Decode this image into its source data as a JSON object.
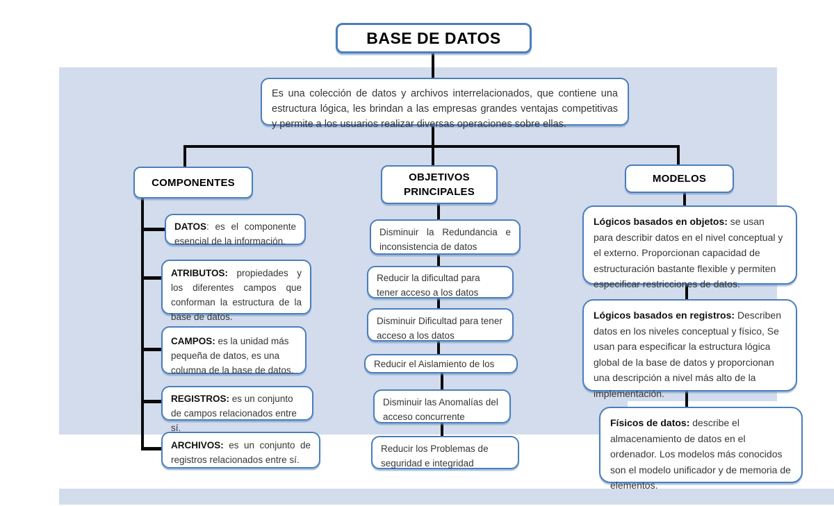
{
  "page": {
    "title": "BASE DE DATOS",
    "description": "Es una colección de datos y archivos interrelacionados, que contiene una estructura lógica, les brindan a las empresas grandes ventajas competitivas y permite a los usuarios realizar diversas operaciones sobre ellas."
  },
  "colors": {
    "background_panel": "#d2dcec",
    "node_border": "#4a7ebc",
    "connector": "#0a0a0a",
    "node_fill": "#ffffff"
  },
  "branches": {
    "componentes": {
      "label": "COMPONENTES",
      "items": [
        {
          "lead": "DATOS",
          "text": ": es el componente esencial de la información."
        },
        {
          "lead": "ATRIBUTOS:",
          "text": " propiedades y los diferentes campos que conforman la estructura de la base de datos."
        },
        {
          "lead": "CAMPOS:",
          "text": " es la unidad más pequeña de datos, es una columna de la base de datos."
        },
        {
          "lead": "REGISTROS:",
          "text": " es un conjunto de campos relacionados entre sí."
        },
        {
          "lead": "ARCHIVOS:",
          "text": " es un conjunto de registros relacionados entre sí."
        }
      ]
    },
    "objetivos": {
      "label_line1": "OBJETIVOS",
      "label_line2": "PRINCIPALES",
      "items": [
        "Disminuir la Redundancia e inconsistencia de datos",
        "Reducir la dificultad para tener acceso a los datos",
        "Disminuir Dificultad para tener acceso a los datos",
        "Reducir  el Aislamiento de los",
        "Disminuir las Anomalías del acceso concurrente",
        "Reducir los Problemas de seguridad e integridad"
      ]
    },
    "modelos": {
      "label": "MODELOS",
      "items": [
        {
          "lead": "Lógicos basados en objetos:",
          "text": " se usan para describir datos en el nivel conceptual y el externo. Proporcionan capacidad de estructuración bastante flexible y permiten especificar restricciones de datos."
        },
        {
          "lead": "Lógicos basados en registros:",
          "text": " Describen datos en los niveles conceptual y físico, Se usan para especificar la estructura lógica global de la base de datos y proporcionan una descripción a nivel más alto de la implementación."
        },
        {
          "lead": "Físicos de datos:",
          "text": " describe el almacenamiento de datos en el ordenador.  Los modelos más conocidos son el modelo unificador y de memoria de elementos."
        }
      ]
    }
  }
}
